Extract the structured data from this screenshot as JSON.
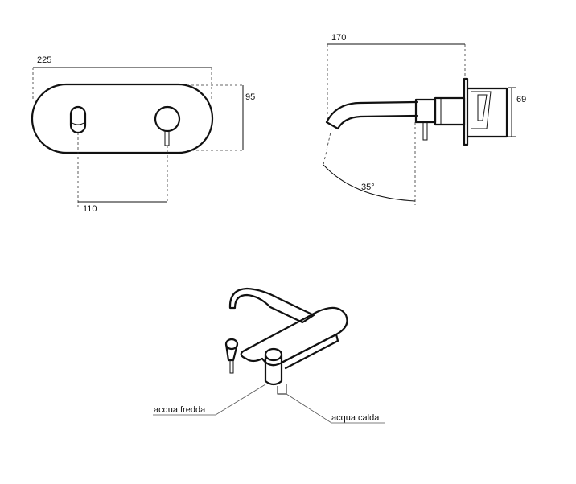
{
  "front_view": {
    "width_label": "225",
    "height_label": "95",
    "spacing_label": "110"
  },
  "side_view": {
    "depth_label": "170",
    "height_label": "69",
    "angle_label": "35°"
  },
  "iso_view": {
    "cold_label": "acqua fredda",
    "hot_label": "acqua calda"
  }
}
